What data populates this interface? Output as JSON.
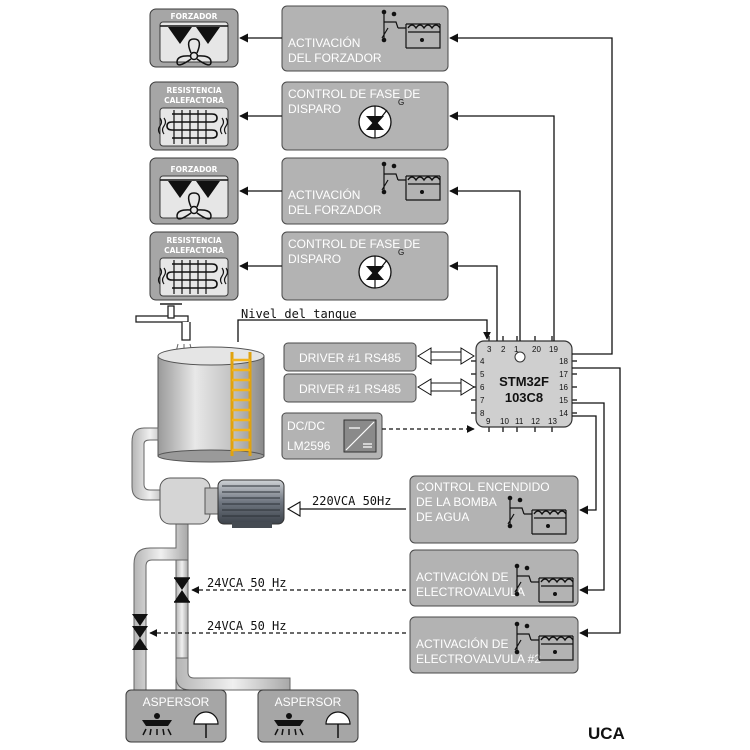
{
  "actuators": {
    "forzador_label": "FORZADOR",
    "resistencia_label_1": "RESISTENCIA",
    "resistencia_label_2": "CALEFACTORA"
  },
  "controls": {
    "activacion_forzador_1": "ACTIVACIÓN",
    "activacion_forzador_2": "DEL FORZADOR",
    "fase_disparo_1": "CONTROL DE FASE DE",
    "fase_disparo_2": "DISPARO",
    "triac_gate": "G",
    "bomba_1": "CONTROL ENCENDIDO",
    "bomba_2": "DE LA BOMBA",
    "bomba_3": "DE AGUA",
    "valvula_1_line_1": "ACTIVACIÓN DE",
    "valvula_1_line_2": "ELECTROVALVULA",
    "valvula_2_line_1": "ACTIVACIÓN DE",
    "valvula_2_line_2": "ELECTROVALVULA #2"
  },
  "drivers": {
    "driver_1": "DRIVER #1 RS485",
    "driver_2": "DRIVER #1 RS485",
    "dcdc_1": "DC/DC",
    "dcdc_2": "LM2596"
  },
  "mcu": {
    "name_1": "STM32F",
    "name_2": "103C8",
    "pins_top": [
      "3",
      "2",
      "1",
      "20",
      "19"
    ],
    "pins_bottom": [
      "9",
      "10",
      "11",
      "12",
      "13"
    ],
    "pins_left": [
      "4",
      "5",
      "6",
      "7",
      "8"
    ],
    "pins_right": [
      "18",
      "17",
      "16",
      "15",
      "14"
    ]
  },
  "labels": {
    "tank_level": "Nivel del tanque",
    "pump_supply": "220VCA 50Hz",
    "valve_supply_1": "24VCA 50 Hz",
    "valve_supply_2": "24VCA 50 Hz",
    "aspersor_1": "ASPERSOR",
    "aspersor_2": "ASPERSOR",
    "brand": "UCA"
  },
  "colors": {
    "box_fill": "#b3b3b3",
    "symbol_fill": "#a6a6a6",
    "ladder": "#f2b31b",
    "wire": "#111111"
  }
}
